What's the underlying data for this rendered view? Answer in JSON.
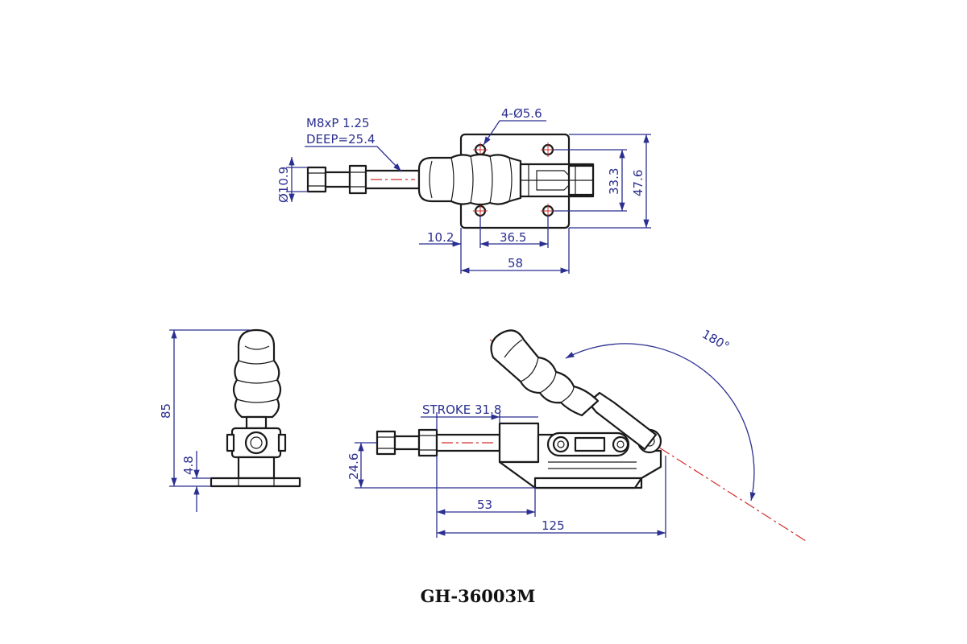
{
  "title": "GH-36003M",
  "top_view": {
    "thread_note_line1": "M8xP 1.25",
    "thread_note_line2": "DEEP=25.4",
    "holes_note": "4-Ø5.6",
    "dia_rod": "Ø10.9",
    "dim_offset": "10.2",
    "dim_hole_spacing_x": "36.5",
    "dim_base_width": "58",
    "dim_hole_spacing_y": "33.3",
    "dim_base_height": "47.6"
  },
  "end_view": {
    "dim_height": "85",
    "dim_base_thickness": "4.8"
  },
  "side_view": {
    "stroke_note": "STROKE 31.8",
    "dim_plunger_height": "24.6",
    "dim_53": "53",
    "dim_length": "125",
    "dim_angle": "180°"
  },
  "colors": {
    "outline": "#1a1a1a",
    "dimension": "#2b2f8f",
    "centerline": "#d12e2e"
  }
}
